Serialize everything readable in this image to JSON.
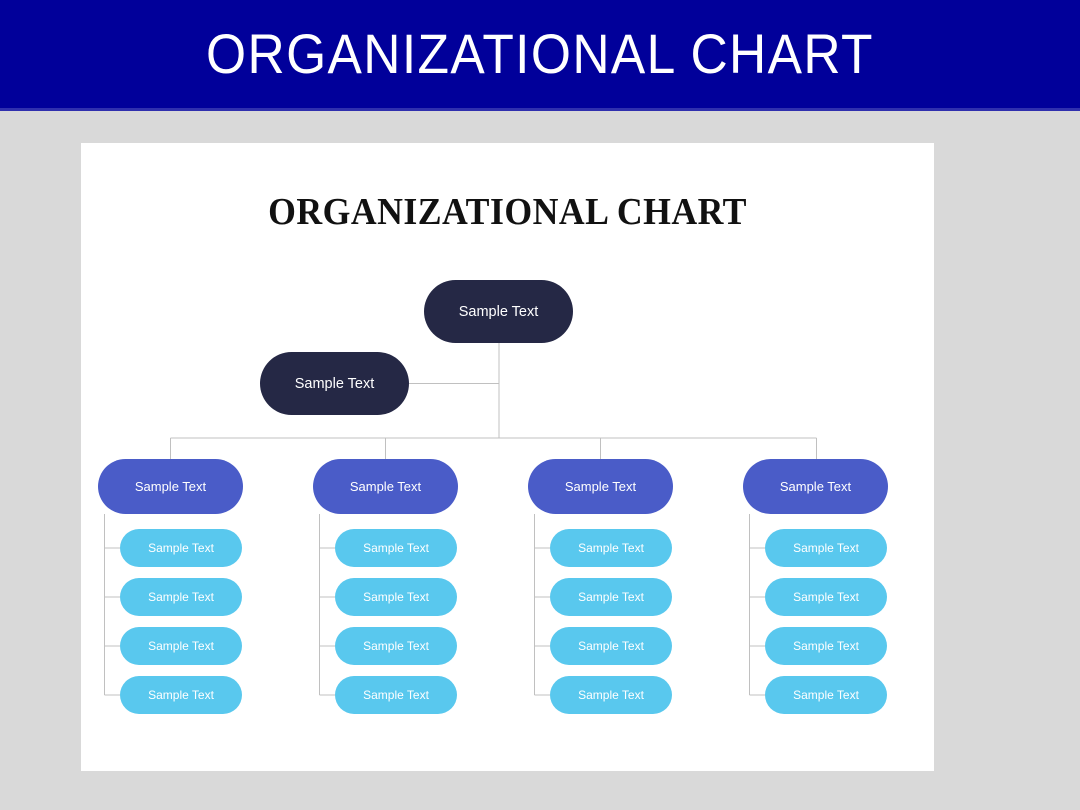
{
  "banner": {
    "title": "ORGANIZATIONAL CHART",
    "background_color": "#01009a",
    "text_color": "#ffffff"
  },
  "page": {
    "background_color": "#d9d9d9",
    "card_background_color": "#ffffff"
  },
  "chart": {
    "title": "ORGANIZATIONAL CHART",
    "title_color": "#111111",
    "connector_color": "#c0c0c0"
  },
  "chart_data": {
    "type": "diagram",
    "title": "ORGANIZATIONAL CHART",
    "layout": "top-down org tree with side assistant node and four departments of four reports each",
    "colors": {
      "root": "#252845",
      "assistant": "#252845",
      "division": "#4a5cc8",
      "leaf": "#59c8ee",
      "node_text": "#ffffff",
      "connector": "#c0c0c0"
    },
    "nodes": {
      "root": {
        "label": "Sample Text",
        "level": 1,
        "color": "#252845"
      },
      "assistant": {
        "label": "Sample Text",
        "level": 2,
        "color": "#252845"
      },
      "divisions": [
        {
          "label": "Sample Text",
          "color": "#4a5cc8",
          "children": [
            {
              "label": "Sample Text",
              "color": "#59c8ee"
            },
            {
              "label": "Sample Text",
              "color": "#59c8ee"
            },
            {
              "label": "Sample Text",
              "color": "#59c8ee"
            },
            {
              "label": "Sample Text",
              "color": "#59c8ee"
            }
          ]
        },
        {
          "label": "Sample Text",
          "color": "#4a5cc8",
          "children": [
            {
              "label": "Sample Text",
              "color": "#59c8ee"
            },
            {
              "label": "Sample Text",
              "color": "#59c8ee"
            },
            {
              "label": "Sample Text",
              "color": "#59c8ee"
            },
            {
              "label": "Sample Text",
              "color": "#59c8ee"
            }
          ]
        },
        {
          "label": "Sample Text",
          "color": "#4a5cc8",
          "children": [
            {
              "label": "Sample Text",
              "color": "#59c8ee"
            },
            {
              "label": "Sample Text",
              "color": "#59c8ee"
            },
            {
              "label": "Sample Text",
              "color": "#59c8ee"
            },
            {
              "label": "Sample Text",
              "color": "#59c8ee"
            }
          ]
        },
        {
          "label": "Sample Text",
          "color": "#4a5cc8",
          "children": [
            {
              "label": "Sample Text",
              "color": "#59c8ee"
            },
            {
              "label": "Sample Text",
              "color": "#59c8ee"
            },
            {
              "label": "Sample Text",
              "color": "#59c8ee"
            },
            {
              "label": "Sample Text",
              "color": "#59c8ee"
            }
          ]
        }
      ]
    }
  }
}
